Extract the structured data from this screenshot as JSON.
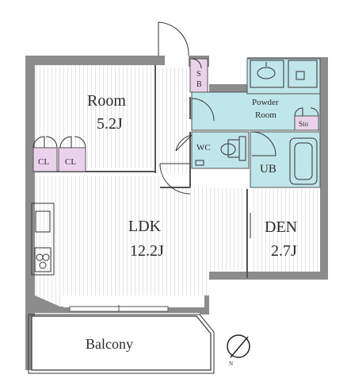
{
  "rooms": {
    "room": {
      "name": "Room",
      "size": "5.2J"
    },
    "ldk": {
      "name": "LDK",
      "size": "12.2J"
    },
    "den": {
      "name": "DEN",
      "size": "2.7J"
    },
    "balcony": {
      "name": "Balcony"
    },
    "powder": {
      "line1": "Powder",
      "line2": "Room"
    },
    "wc": {
      "name": "WC"
    },
    "ub": {
      "name": "UB"
    }
  },
  "storage": {
    "cl_left": "CL",
    "cl_right": "CL",
    "sb_top": "S",
    "sb_bottom": "B",
    "sto": "Sto"
  },
  "colors": {
    "wall": "#8c8c8c",
    "wet_area": "#bfe6ea",
    "storage_pink": "#ead3ea",
    "floor_lines": "#e6e6e6"
  },
  "compass": {
    "label": "N"
  }
}
